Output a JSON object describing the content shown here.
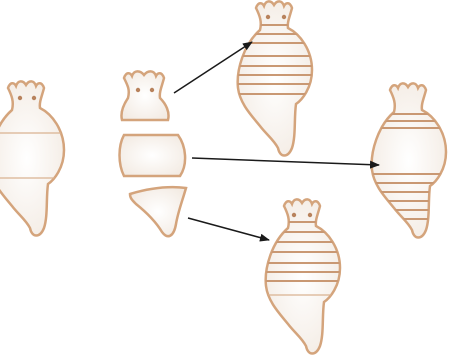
{
  "colors": {
    "outline": "#d4a47c",
    "fill": "#f8f3ee",
    "fill_highlight": "#ffffff",
    "stripe": "#c99873",
    "arrow": "#1a1a1a",
    "background": "#ffffff"
  },
  "figures": {
    "original": {
      "name": "original-figure",
      "segments": 3
    },
    "pieces": [
      {
        "name": "piece-head"
      },
      {
        "name": "piece-middle"
      },
      {
        "name": "piece-tail"
      }
    ],
    "results": [
      {
        "name": "result-figure-top",
        "striped_region": "middle"
      },
      {
        "name": "result-figure-right",
        "striped_region": "lower"
      },
      {
        "name": "result-figure-bottom",
        "striped_region": "upper-middle"
      }
    ]
  },
  "arrows": [
    {
      "name": "arrow-to-top-figure"
    },
    {
      "name": "arrow-to-right-figure"
    },
    {
      "name": "arrow-to-bottom-figure"
    }
  ]
}
